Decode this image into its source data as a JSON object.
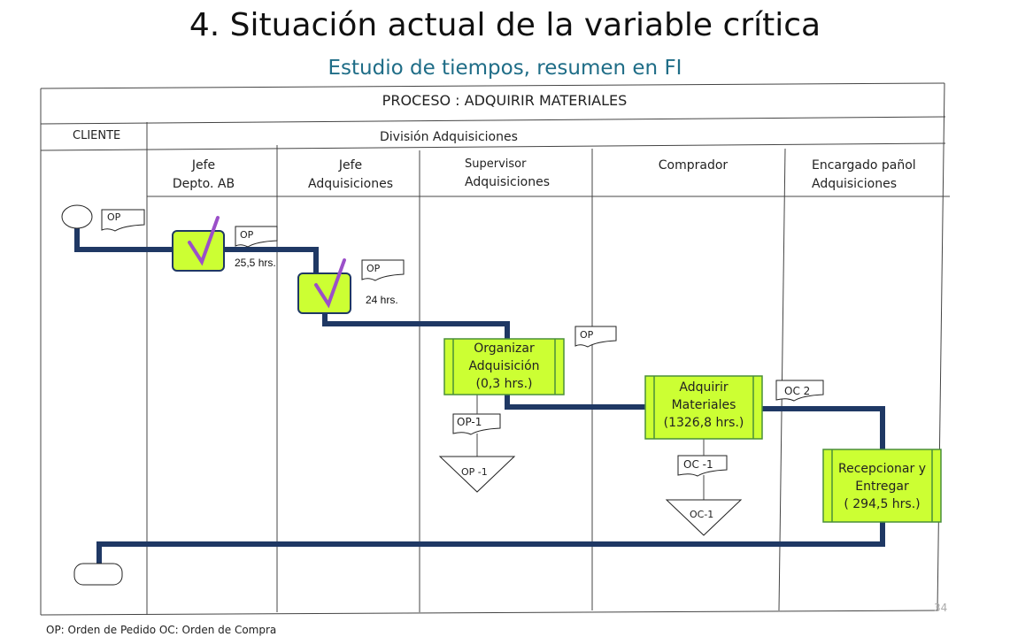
{
  "title": "4. Situación actual de la variable crítica",
  "subtitle": "Estudio de tiempos, resumen en FI",
  "process_title": "PROCESO : ADQUIRIR MATERIALES",
  "client_label": "CLIENTE",
  "division_label": "División  Adquisiciones",
  "lanes": [
    {
      "line1": "Jefe",
      "line2": "Depto.  AB"
    },
    {
      "line1": "Jefe",
      "line2": "Adquisiciones"
    },
    {
      "line1": "Supervisor",
      "line2": "Adquisiciones"
    },
    {
      "line1": "Comprador",
      "line2": ""
    },
    {
      "line1": "Encargado pañol",
      "line2": "Adquisiciones"
    }
  ],
  "documents": {
    "op_client": "OP",
    "op_jefe_depto": "OP",
    "op_jefe_adq": "OP",
    "op_supervisor": "OP",
    "op1_doc": "OP-1",
    "oc2_doc": "OC 2",
    "oc1_doc": "OC -1"
  },
  "times": {
    "jefe_depto": "25,5 hrs.",
    "jefe_adq": "24 hrs."
  },
  "activities": {
    "organizar": {
      "line1": "Organizar",
      "line2": "Adquisición",
      "line3": "(0,3 hrs.)"
    },
    "adquirir": {
      "line1": "Adquirir",
      "line2": "Materiales",
      "line3": "(1326,8 hrs.)"
    },
    "recepcionar": {
      "line1": "Recepcionar  y",
      "line2": "Entregar",
      "line3": "( 294,5 hrs.)"
    }
  },
  "archives": {
    "op1": "OP -1",
    "oc1": "OC-1"
  },
  "footnote": "OP: Orden de Pedido OC: Orden de Compra",
  "page_number": "34",
  "colors": {
    "flow_line": "#1f3864",
    "activity_fill": "#ccff33",
    "activity_border": "#4a8f3a",
    "check": "#9b4fc9",
    "subtitle": "#1f6d87"
  }
}
